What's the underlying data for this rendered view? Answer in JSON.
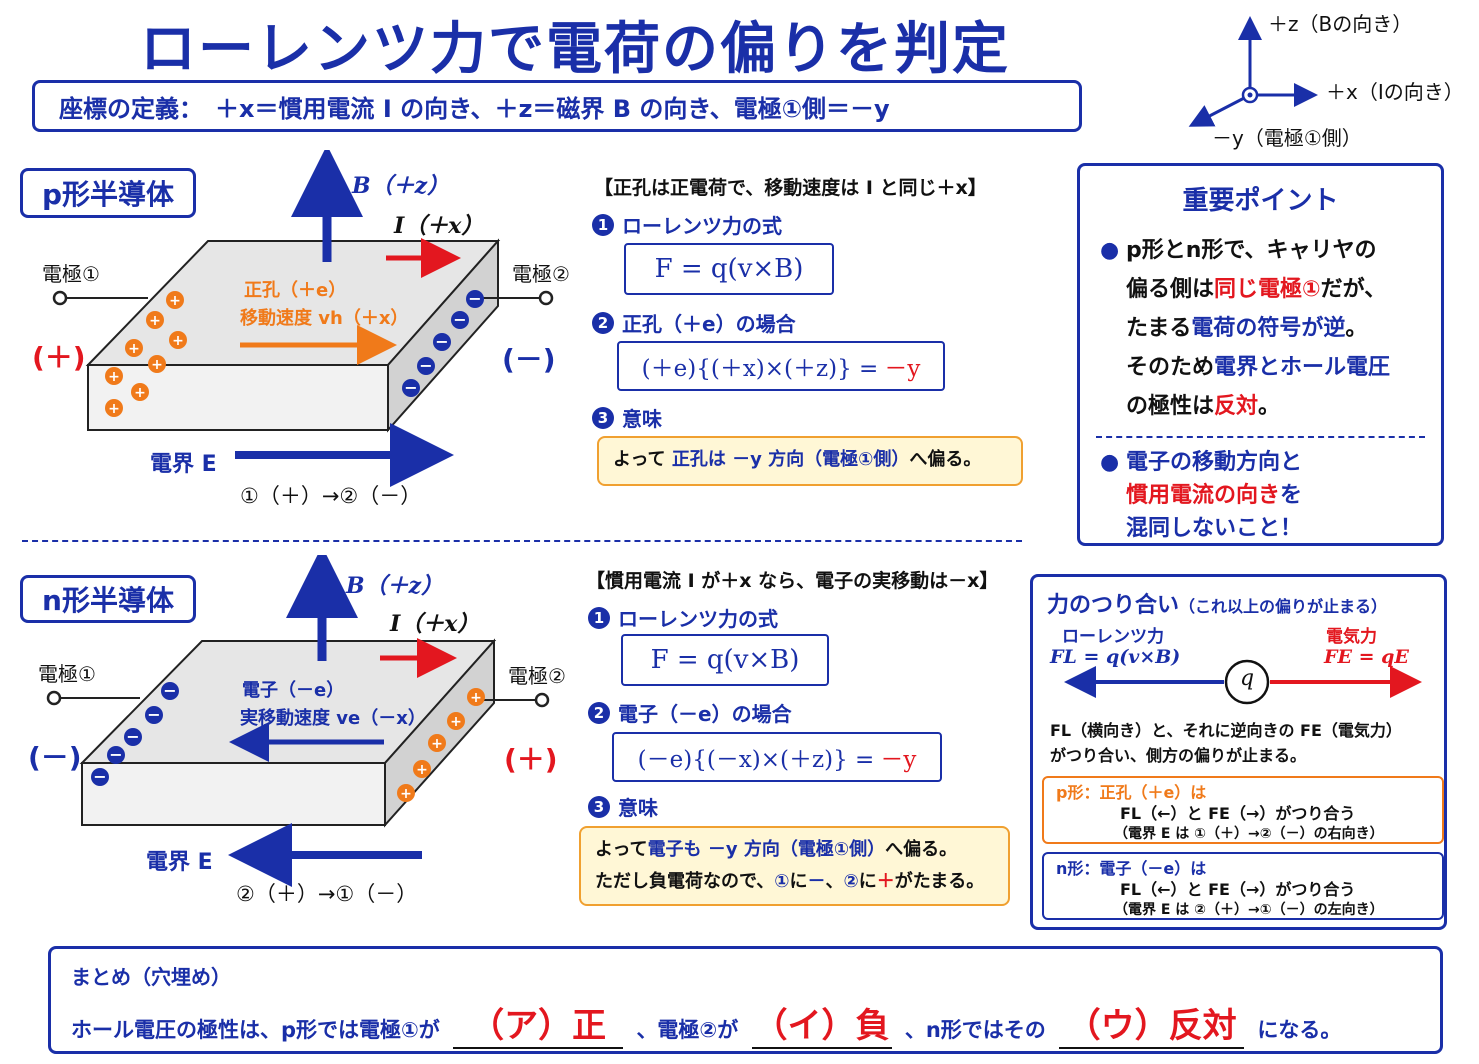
{
  "title": "ローレンツ力で電荷の偏りを判定",
  "coord_definition": "座標の定義：　＋x＝慣用電流 I の向き、＋z＝磁界 B の向き、電極①側＝－y",
  "axes": {
    "z_label": "＋z（Bの向き）",
    "x_label": "＋x（Iの向き）",
    "y_label": "－y（電極①側）"
  },
  "p_section": {
    "label": "p形半導体",
    "b_label": "B（＋z）",
    "i_label": "I（＋x）",
    "electrode1": "電極①",
    "electrode2": "電極②",
    "left_sign": "(＋)",
    "right_sign": "(－)",
    "carrier_line1": "正孔（＋e）",
    "carrier_line2": "移動速度 vh（＋x）",
    "field_label": "電界 E",
    "field_direction": "①（＋）→②（－）",
    "heading": "【正孔は正電荷で、移動速度は I と同じ＋x】",
    "step1": "ローレンツ力の式",
    "formula1": "F = q(v×B)",
    "step2": "正孔（＋e）の場合",
    "formula2_main": "(＋e){(＋x)×(＋z)} = ",
    "formula2_result": "－y",
    "step3": "意味",
    "meaning_pre": "よって",
    "meaning_blue": "正孔は －y 方向（電極①側）",
    "meaning_post": "へ偏る。"
  },
  "n_section": {
    "label": "n形半導体",
    "b_label": "B（＋z）",
    "i_label": "I（＋x）",
    "electrode1": "電極①",
    "electrode2": "電極②",
    "left_sign": "(－)",
    "right_sign": "(＋)",
    "carrier_line1": "電子（－e）",
    "carrier_line2": "実移動速度 ve（－x）",
    "field_label": "電界 E",
    "field_direction": "②（＋）→①（－）",
    "heading": "【慣用電流 I が＋x なら、電子の実移動は－x】",
    "step1": "ローレンツ力の式",
    "formula1": "F = q(v×B)",
    "step2": "電子（－e）の場合",
    "formula2_main": "(－e){(－x)×(＋z)} = ",
    "formula2_result": "－y",
    "step3": "意味",
    "meaning1_pre": "よって",
    "meaning1_blue": "電子も －y 方向（電極①側）",
    "meaning1_post": "へ偏る。",
    "meaning2_a": "ただし負電荷なので、",
    "meaning2_b": "①",
    "meaning2_c": "に",
    "meaning2_d": "－",
    "meaning2_e": "、",
    "meaning2_f": "②",
    "meaning2_g": "に",
    "meaning2_h": "＋",
    "meaning2_i": "がたまる。"
  },
  "key_points": {
    "title": "重要ポイント",
    "p1_a": "p形とn形で、キャリヤの",
    "p1_b": "偏る側は",
    "p1_c": "同じ電極①",
    "p1_d": "だが、",
    "p1_e": "たまる",
    "p1_f": "電荷の符号が逆",
    "p1_g": "。",
    "p1_h": "そのため",
    "p1_i": "電界とホール電圧",
    "p1_j": "の極性は",
    "p1_k": "反対",
    "p1_l": "。",
    "p2_a": "電子の移動方向と",
    "p2_b": "慣用電流の向き",
    "p2_c": "を",
    "p2_d": "混同しないこと！"
  },
  "balance": {
    "title": "力のつり合い",
    "title_note": "（これ以上の偏りが止まる）",
    "lorentz_label": "ローレンツ力",
    "lorentz_formula": "FL = q(v×B)",
    "electric_label": "電気力",
    "electric_formula": "FE = qE",
    "charge": "q",
    "desc1": "FL（横向き）と、それに逆向きの FE（電気力）",
    "desc2": "がつり合い、側方の偏りが止まる。",
    "p_box_1": "p形：正孔（＋e）は",
    "p_box_2": "FL（←）と FE（→）がつり合う",
    "p_box_3": "（電界 E は ①（＋）→②（－）の右向き）",
    "n_box_1": "n形：電子（－e）は",
    "n_box_2": "FL（←）と FE（→）がつり合う",
    "n_box_3": "（電界 E は ②（＋）→①（－）の左向き）"
  },
  "summary": {
    "title": "まとめ（穴埋め）",
    "text1": "ホール電圧の極性は、p形では電極①が",
    "blank1": "（ア）正",
    "text2": "、電極②が",
    "blank2": "（イ）負",
    "text3": "、n形ではその",
    "blank3": "（ウ）反対",
    "text4": "になる。"
  },
  "colors": {
    "blue": "#1a2fa8",
    "red": "#e3171f",
    "orange": "#f07a1a"
  }
}
